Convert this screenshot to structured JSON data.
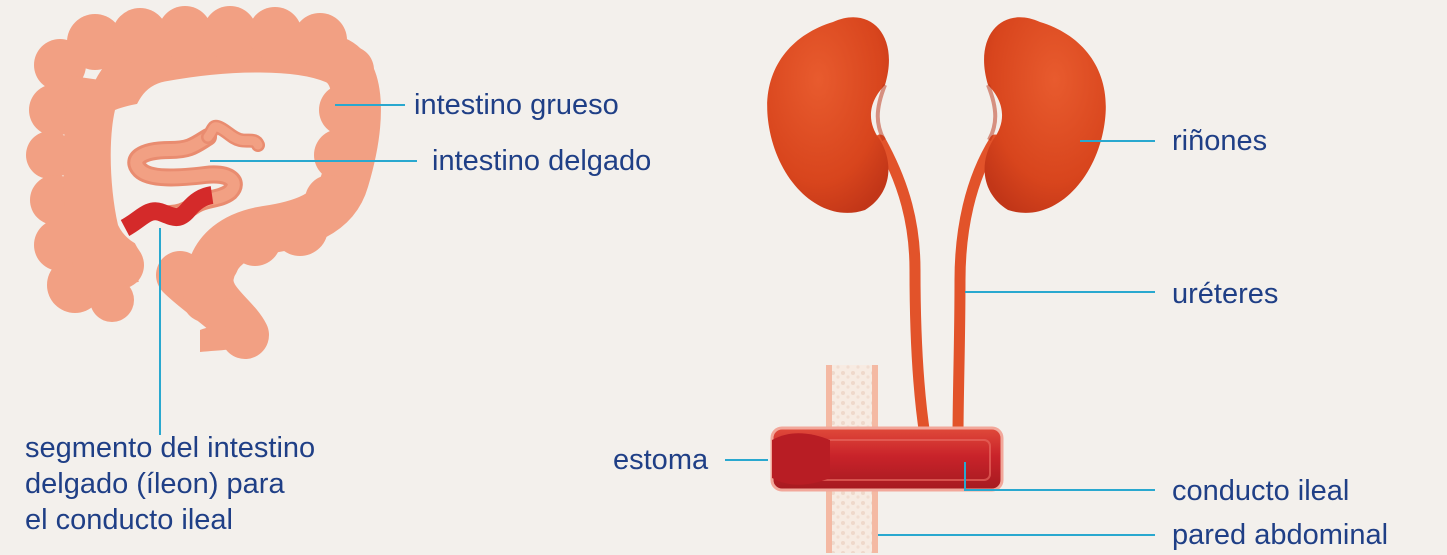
{
  "colors": {
    "background": "#f3f0ec",
    "label_text": "#1f3f86",
    "leader_line": "#29a8cf",
    "intestine": "#f2a083",
    "ileum_segment": "#d42a2a",
    "kidney": "#d9471f",
    "ureter": "#e2532a",
    "ileal_conduit": "#c9232a",
    "abdominal_wall": "#f6e6dc"
  },
  "labels": {
    "large_intestine": "intestino grueso",
    "small_intestine": "intestino delgado",
    "ileum_segment": [
      "segmento del intestino",
      "delgado (íleon) para",
      "el conducto ileal"
    ],
    "kidneys": "riñones",
    "ureters": "uréteres",
    "stoma": "estoma",
    "ileal_conduit": "conducto ileal",
    "abdominal_wall": "pared abdominal"
  }
}
